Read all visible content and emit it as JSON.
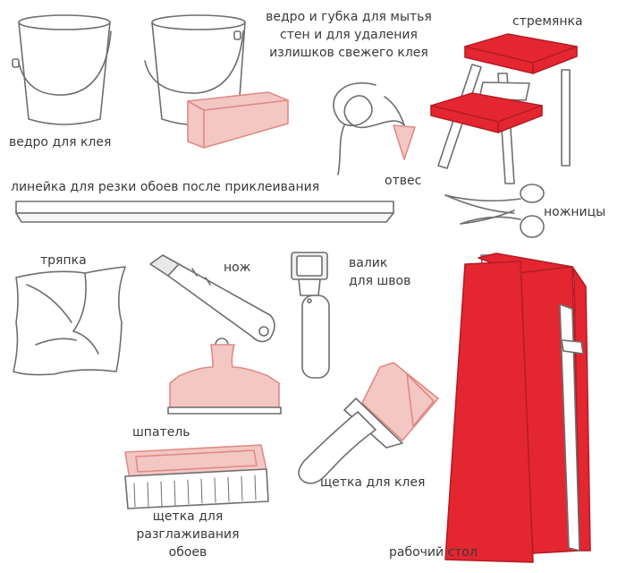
{
  "colors": {
    "ink": "#6e6e6e",
    "red": "#e42631",
    "pink": "#f3c7c2",
    "pink_dark": "#e08a86",
    "text": "#3a3a3a"
  },
  "labels": {
    "bucket_glue": "ведро для клея",
    "bucket_sponge_1": "ведро и губка для мытья",
    "bucket_sponge_2": "стен и для удаления",
    "bucket_sponge_3": "излишков свежего клея",
    "ladder": "стремянка",
    "plumb": "отвес",
    "ruler": "линейка для резки обоев после приклеивания",
    "scissors": "ножницы",
    "rag": "тряпка",
    "knife": "нож",
    "roller_1": "валик",
    "roller_2": "для швов",
    "spatula": "шпатель",
    "smooth_brush_1": "щетка для",
    "smooth_brush_2": "разглаживания",
    "smooth_brush_3": "обоев",
    "glue_brush": "щетка для клея",
    "table": "рабочий стол"
  }
}
